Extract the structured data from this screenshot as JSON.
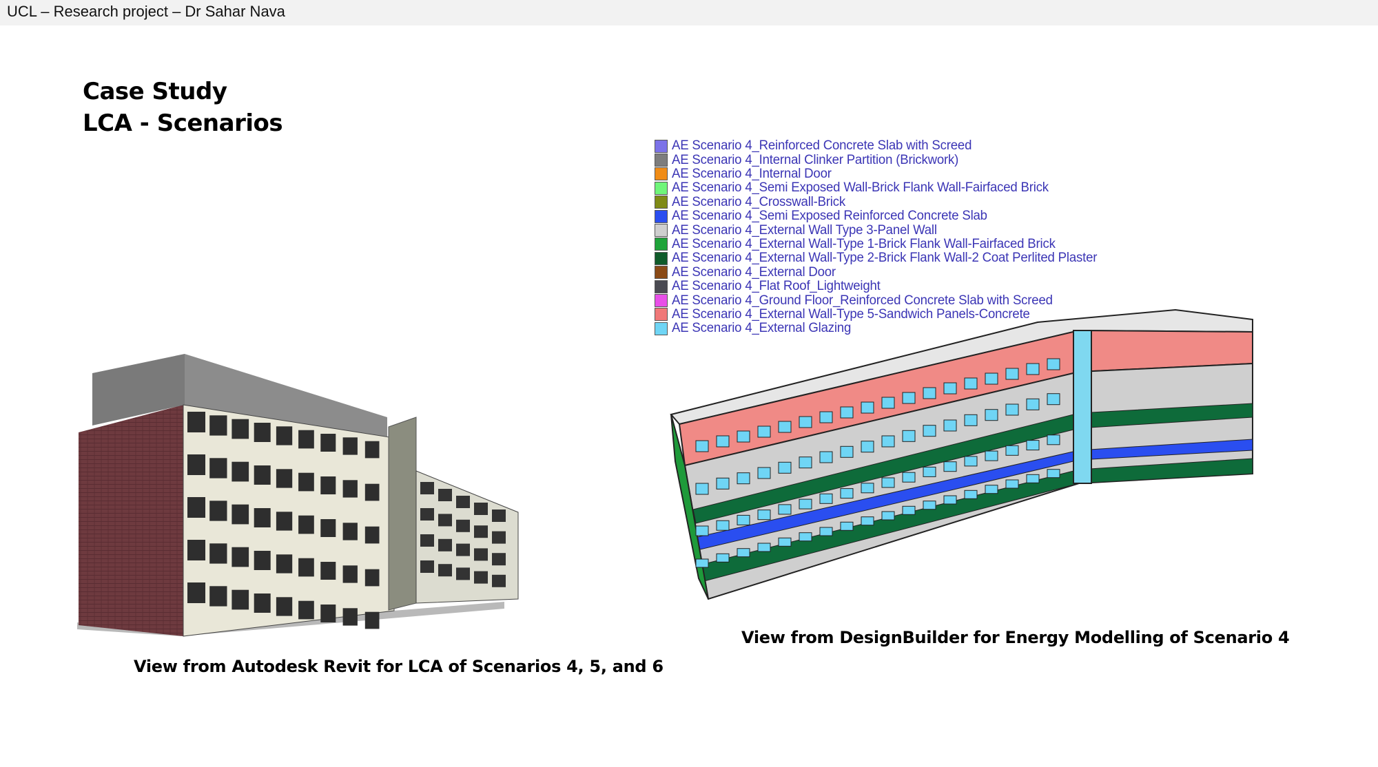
{
  "header": {
    "text": "UCL – Research project – Dr Sahar Nava"
  },
  "title": {
    "line1": "Case Study",
    "line2": "LCA - Scenarios"
  },
  "legend": [
    {
      "label": "AE Scenario 4_Reinforced Concrete Slab with Screed",
      "color": "#7b72e8"
    },
    {
      "label": "AE Scenario 4_Internal Clinker Partition (Brickwork)",
      "color": "#7d7d7d"
    },
    {
      "label": "AE Scenario 4_Internal Door",
      "color": "#f08c16"
    },
    {
      "label": "AE Scenario 4_Semi Exposed Wall-Brick Flank Wall-Fairfaced Brick",
      "color": "#6ff57a"
    },
    {
      "label": "AE Scenario 4_Crosswall-Brick",
      "color": "#7f8a16"
    },
    {
      "label": "AE Scenario 4_Semi Exposed Reinforced Concrete Slab",
      "color": "#2a4ef0"
    },
    {
      "label": "AE Scenario 4_External Wall Type 3-Panel Wall",
      "color": "#cfcfcf"
    },
    {
      "label": "AE Scenario 4_External Wall-Type 1-Brick Flank Wall-Fairfaced Brick",
      "color": "#1fa33a"
    },
    {
      "label": "AE Scenario 4_External Wall-Type 2-Brick Flank Wall-2 Coat Perlited Plaster",
      "color": "#0f5b2a"
    },
    {
      "label": "AE Scenario 4_External Door",
      "color": "#8a4a16"
    },
    {
      "label": "AE Scenario 4_Flat Roof_Lightweight",
      "color": "#4a4a52"
    },
    {
      "label": "AE Scenario 4_Ground Floor_Reinforced Concrete Slab with Screed",
      "color": "#e84fe8"
    },
    {
      "label": "AE Scenario 4_External Wall-Type 5-Sandwich Panels-Concrete",
      "color": "#f07878"
    },
    {
      "label": "AE Scenario 4_External Glazing",
      "color": "#6fd5f5"
    }
  ],
  "captions": {
    "left": "View from Autodesk Revit for LCA of Scenarios 4, 5, and 6",
    "right": "View from DesignBuilder for Energy Modelling of Scenario 4"
  }
}
